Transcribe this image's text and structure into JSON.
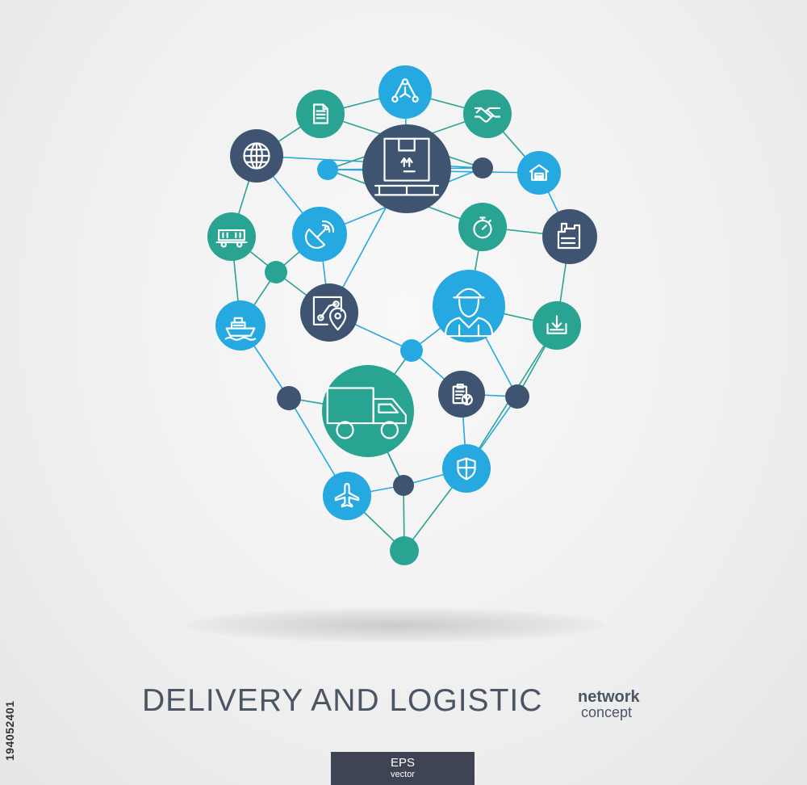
{
  "colors": {
    "teal": "#29a392",
    "blue": "#25a9e0",
    "navy": "#3e5470",
    "dark": "#3e4453",
    "text": "#4b5564"
  },
  "nodes": [
    {
      "icon": "dots-triangle-icon",
      "color": "blue"
    },
    {
      "icon": "document-icon",
      "color": "teal"
    },
    {
      "icon": "handshake-icon",
      "color": "teal"
    },
    {
      "icon": "globe-icon",
      "color": "navy"
    },
    {
      "icon": "box-pallet-icon",
      "color": "navy"
    },
    {
      "icon": "warehouse-icon",
      "color": "blue"
    },
    {
      "icon": "",
      "color": "blue"
    },
    {
      "icon": "",
      "color": "navy"
    },
    {
      "icon": "stopwatch-icon",
      "color": "teal"
    },
    {
      "icon": "railway-wagon-icon",
      "color": "teal"
    },
    {
      "icon": "satellite-dish-icon",
      "color": "blue"
    },
    {
      "icon": "factory-icon",
      "color": "navy"
    },
    {
      "icon": "",
      "color": "teal"
    },
    {
      "icon": "courier-icon",
      "color": "blue"
    },
    {
      "icon": "map-route-icon",
      "color": "navy"
    },
    {
      "icon": "download-tray-icon",
      "color": "teal"
    },
    {
      "icon": "ship-icon",
      "color": "blue"
    },
    {
      "icon": "",
      "color": "blue"
    },
    {
      "icon": "truck-icon",
      "color": "teal"
    },
    {
      "icon": "clipboard-check-icon",
      "color": "navy"
    },
    {
      "icon": "",
      "color": "navy"
    },
    {
      "icon": "",
      "color": "navy"
    },
    {
      "icon": "shield-icon",
      "color": "blue"
    },
    {
      "icon": "airplane-icon",
      "color": "blue"
    },
    {
      "icon": "",
      "color": "navy"
    },
    {
      "icon": "",
      "color": "teal"
    }
  ],
  "edges": [
    [
      3,
      1
    ],
    [
      1,
      0
    ],
    [
      0,
      2
    ],
    [
      2,
      5
    ],
    [
      5,
      11
    ],
    [
      11,
      15
    ],
    [
      15,
      22
    ],
    [
      22,
      25
    ],
    [
      25,
      23
    ],
    [
      23,
      20
    ],
    [
      20,
      16
    ],
    [
      16,
      9
    ],
    [
      9,
      3
    ],
    [
      3,
      7
    ],
    [
      7,
      4
    ],
    [
      4,
      6
    ],
    [
      6,
      5
    ],
    [
      0,
      4
    ],
    [
      1,
      7
    ],
    [
      2,
      6
    ],
    [
      6,
      8
    ],
    [
      8,
      11
    ],
    [
      8,
      13
    ],
    [
      3,
      10
    ],
    [
      7,
      10
    ],
    [
      9,
      12
    ],
    [
      10,
      12
    ],
    [
      12,
      14
    ],
    [
      12,
      16
    ],
    [
      10,
      14
    ],
    [
      4,
      14
    ],
    [
      13,
      17
    ],
    [
      14,
      17
    ],
    [
      17,
      18
    ],
    [
      18,
      20
    ],
    [
      18,
      24
    ],
    [
      17,
      19
    ],
    [
      19,
      21
    ],
    [
      13,
      21
    ],
    [
      21,
      15
    ],
    [
      21,
      22
    ],
    [
      19,
      22
    ],
    [
      22,
      24
    ],
    [
      24,
      25
    ],
    [
      23,
      24
    ],
    [
      24,
      18
    ],
    [
      13,
      15
    ]
  ],
  "stock_id": "194052401",
  "title": "DELIVERY AND LOGISTIC",
  "subtitle_bold": "network",
  "subtitle": "concept",
  "badge": {
    "line1": "EPS",
    "line2": "vector"
  }
}
